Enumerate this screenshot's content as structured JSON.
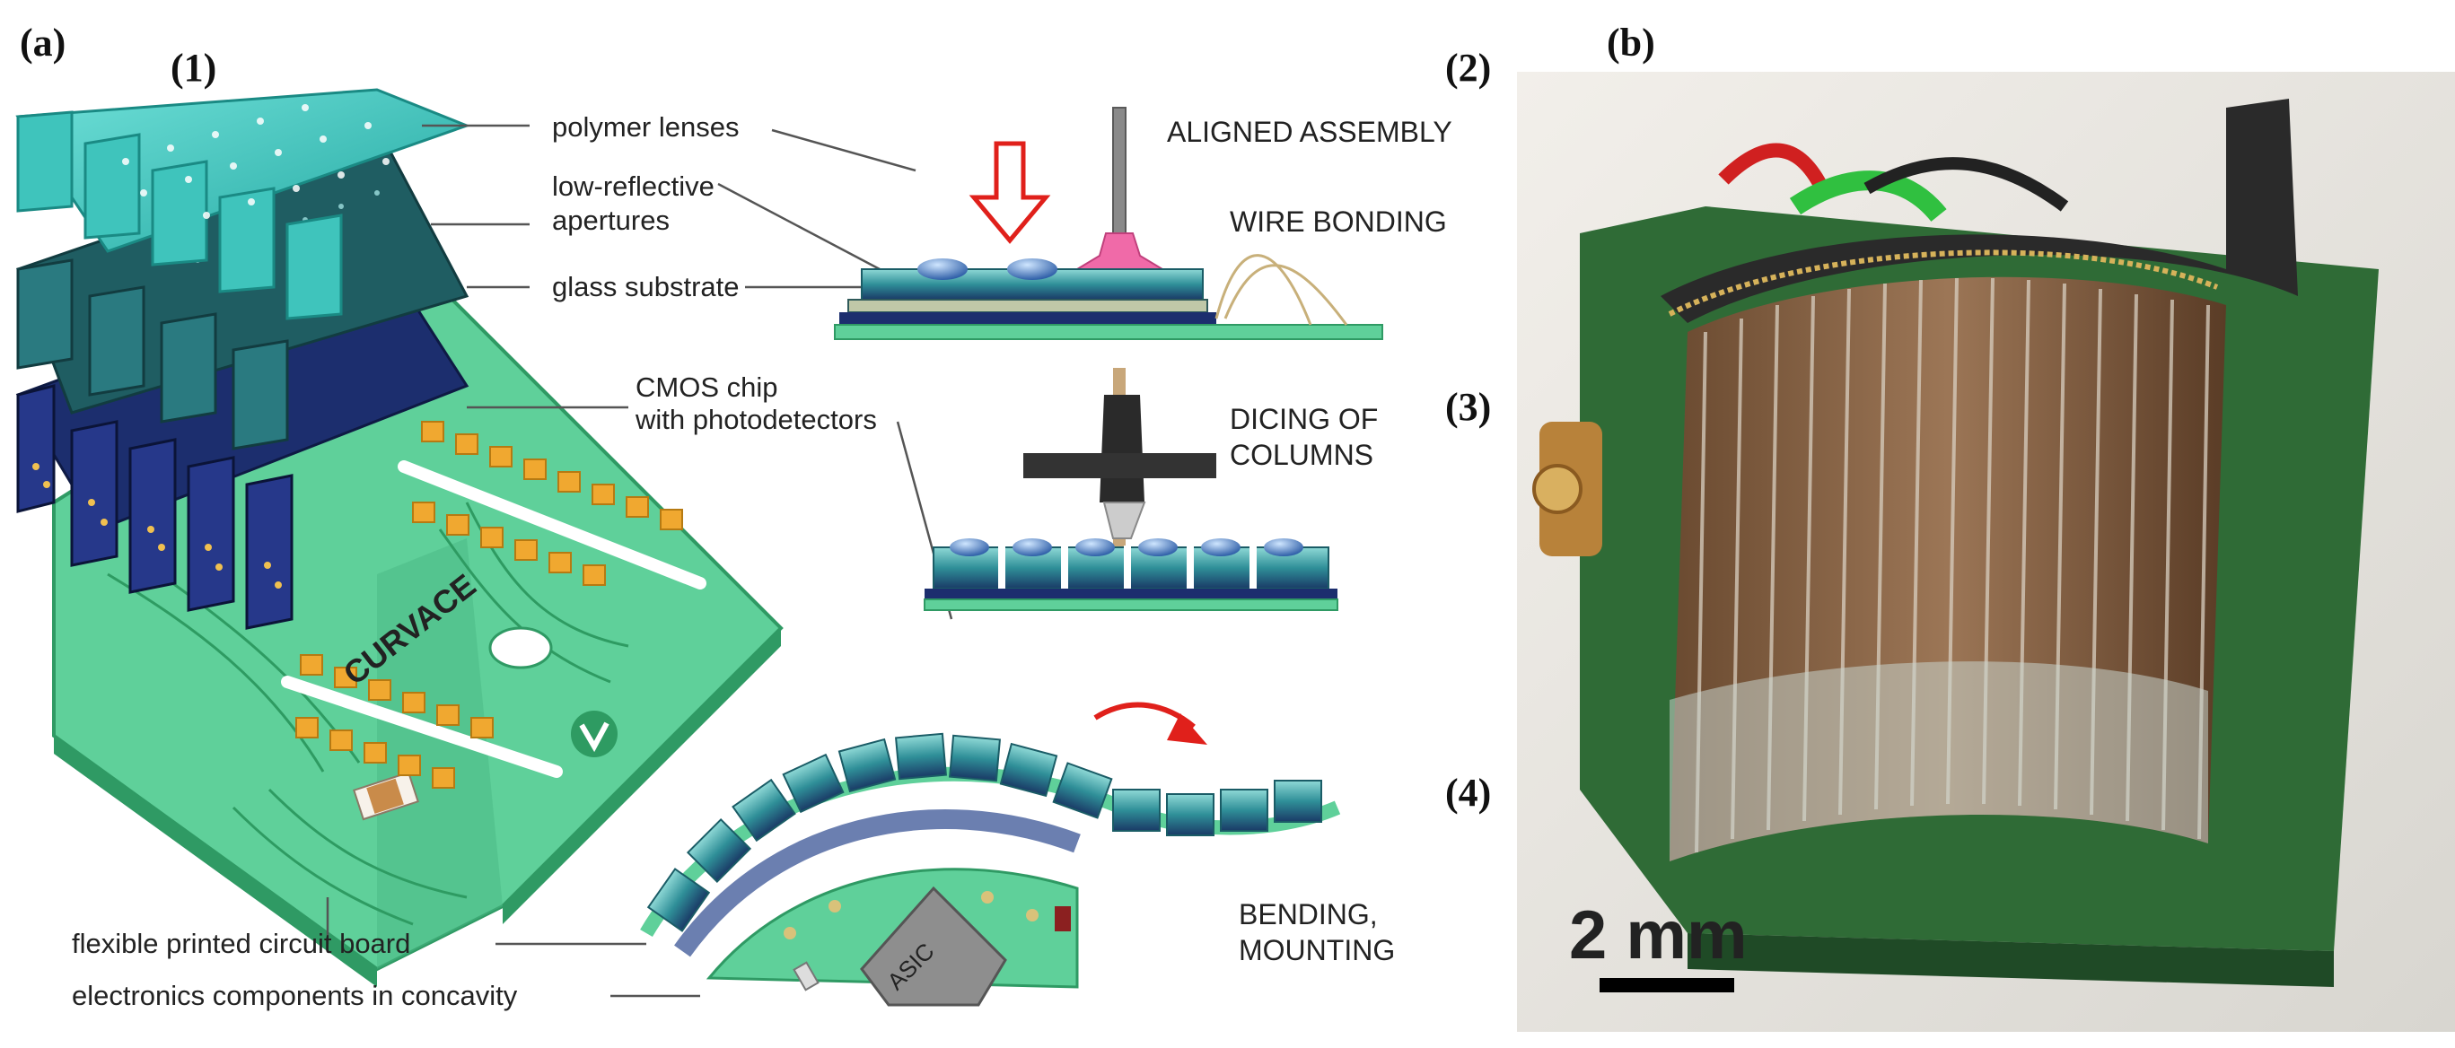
{
  "panel_labels": {
    "a": "(a)",
    "b": "(b)"
  },
  "step_labels": {
    "s1": "(1)",
    "s2": "(2)",
    "s3": "(3)",
    "s4": "(4)"
  },
  "layer_labels": {
    "lenses": "polymer lenses",
    "apertures_1": "low-reflective",
    "apertures_2": "apertures",
    "glass": "glass substrate",
    "cmos_1": "CMOS chip",
    "cmos_2": "with photodetectors",
    "fpcb": "flexible printed circuit board",
    "electronics": "electronics components in concavity"
  },
  "process_labels": {
    "aligned": "ALIGNED ASSEMBLY",
    "wire": "WIRE BONDING",
    "dicing_1": "DICING OF",
    "dicing_2": "COLUMNS",
    "bending_1": "BENDING,",
    "bending_2": "MOUNTING"
  },
  "board_text": {
    "brand": "CURVACE",
    "chip": "ASIC"
  },
  "scale_bar": {
    "label": "2 mm"
  },
  "colors": {
    "teal": "#2fb8b0",
    "dark_teal": "#1f5d62",
    "navy": "#1c2e6e",
    "board_green": "#5fd09a",
    "pad_orange": "#f0a830",
    "arrow_red": "#e0201b",
    "tool_pink": "#f06aa8"
  }
}
